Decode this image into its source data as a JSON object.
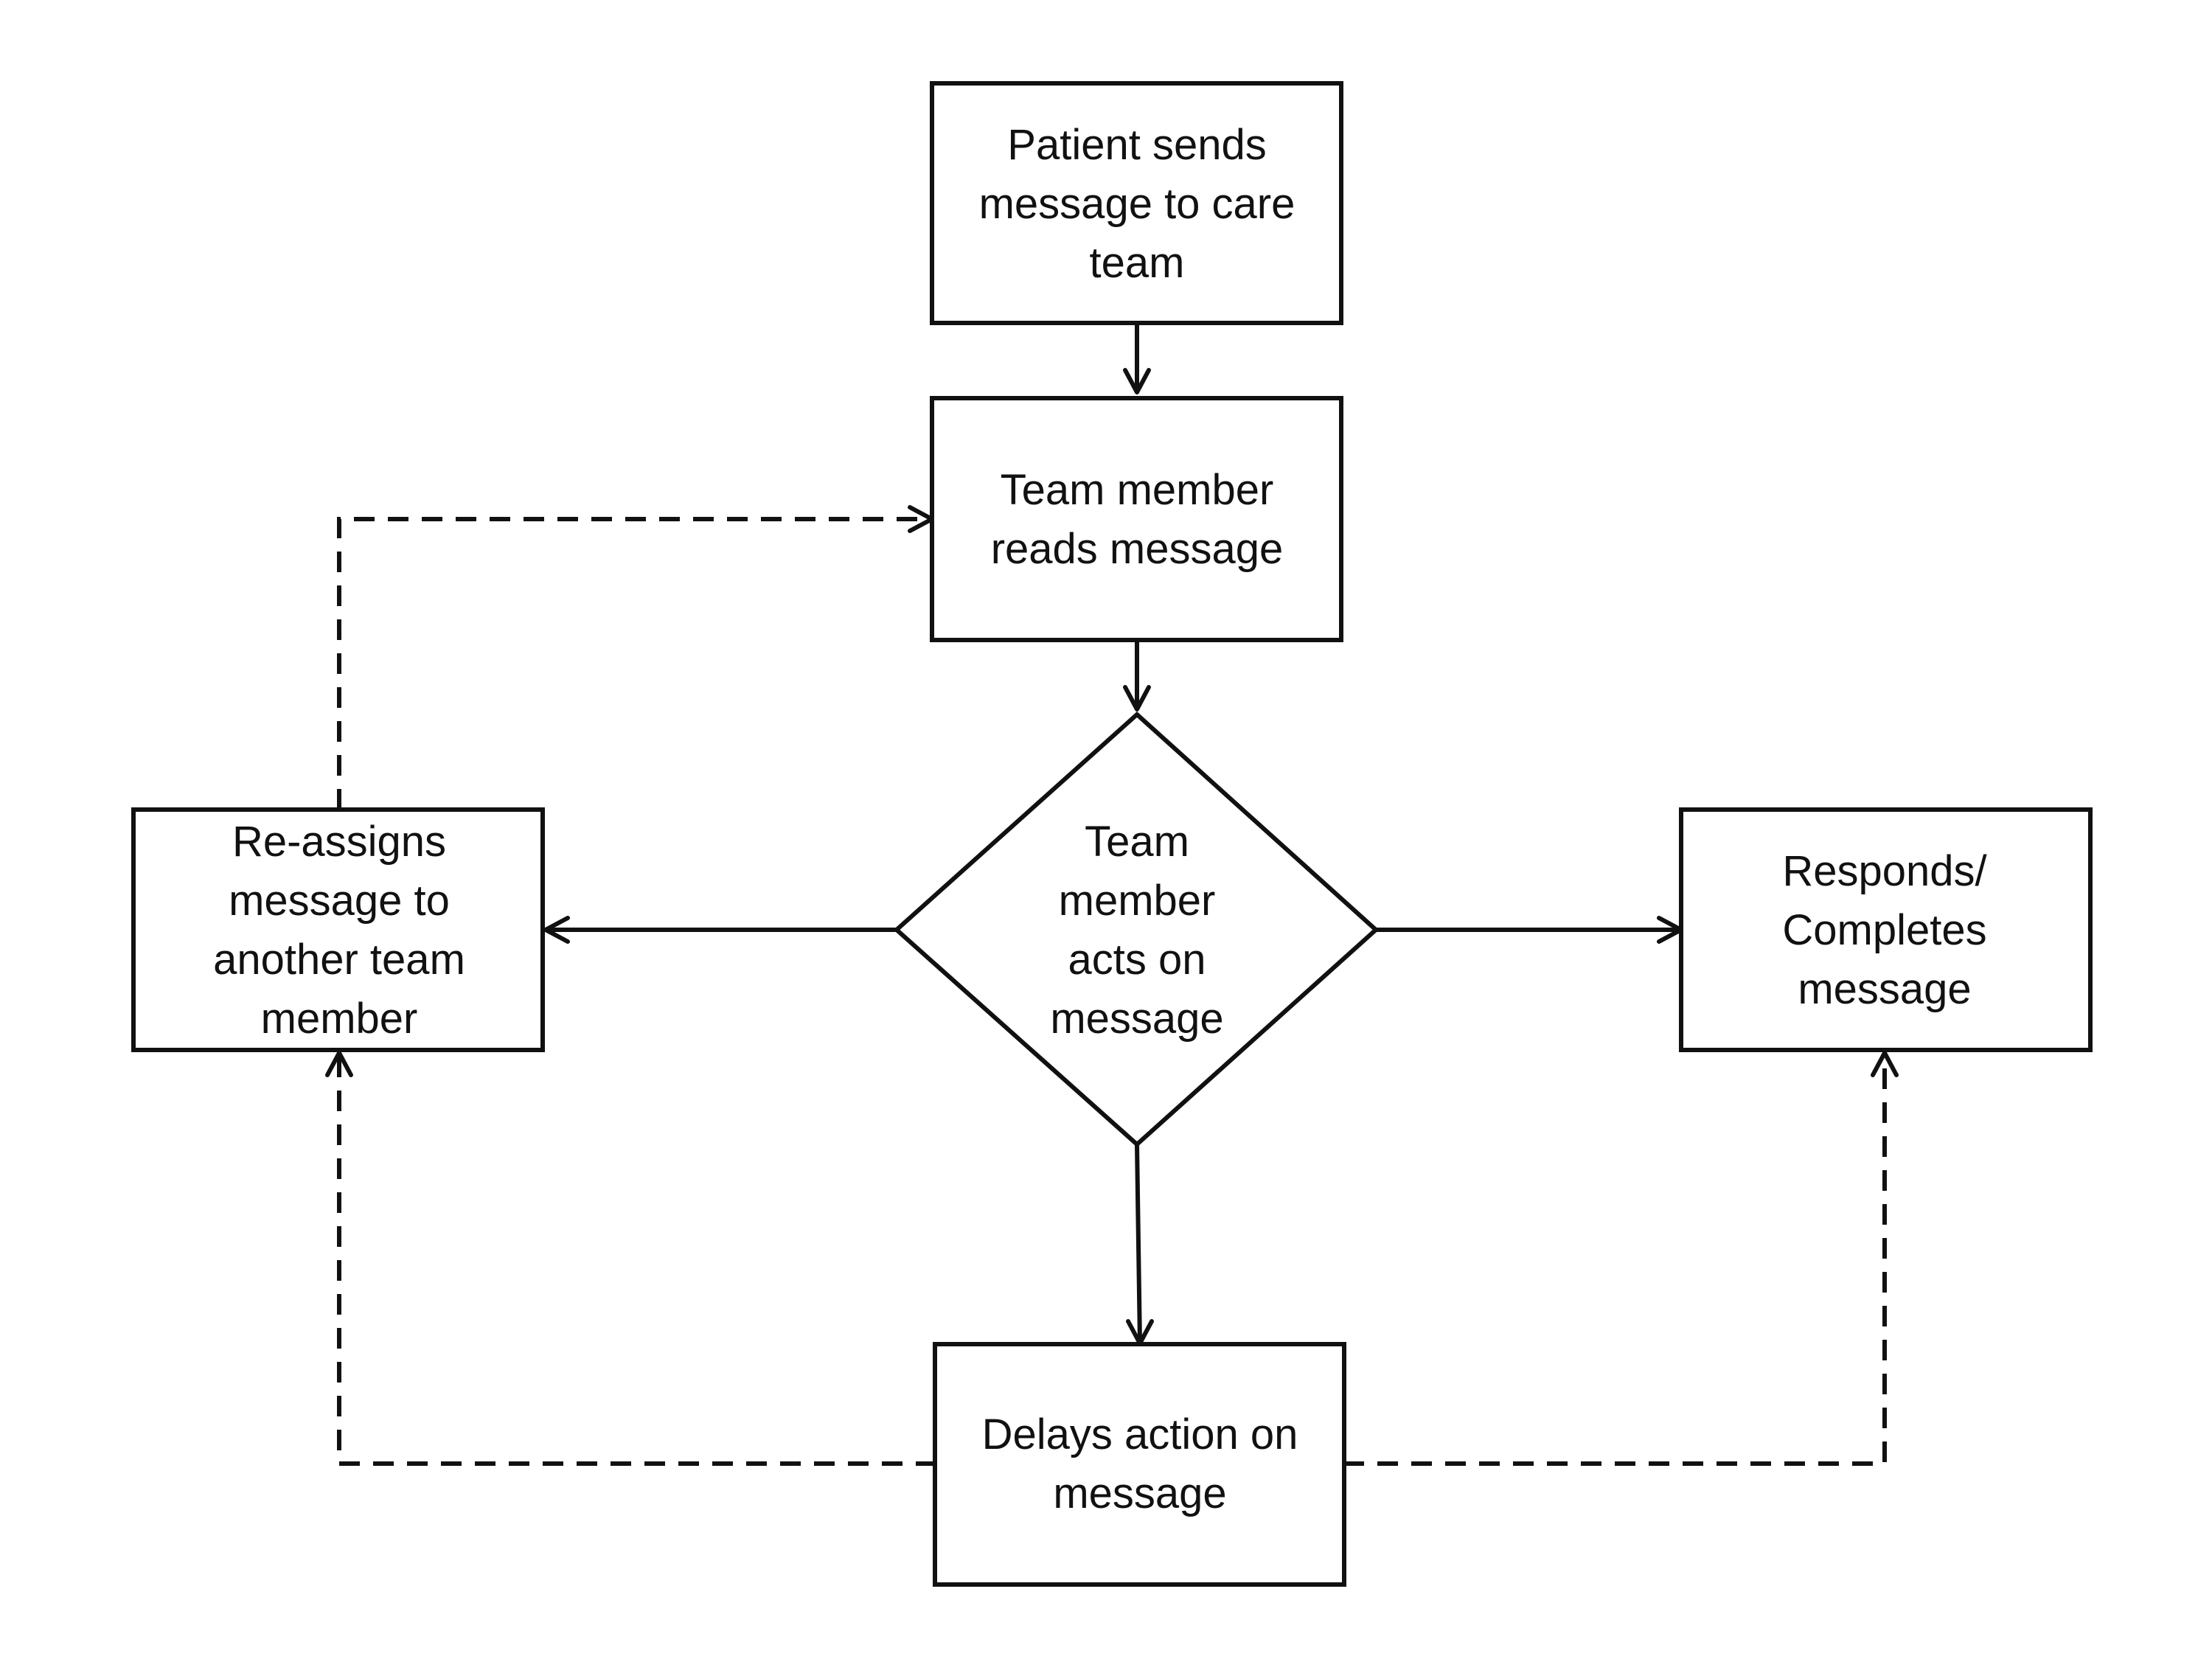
{
  "nodes": {
    "patient_sends": {
      "lines": [
        "Patient sends",
        "message to care",
        "team"
      ]
    },
    "team_reads": {
      "lines": [
        "Team member",
        "reads message"
      ]
    },
    "team_acts": {
      "lines": [
        "Team",
        "member",
        "acts on",
        "message"
      ]
    },
    "reassigns": {
      "lines": [
        "Re-assigns",
        "message to",
        "another team",
        "member"
      ]
    },
    "responds": {
      "lines": [
        "Responds/",
        "Completes",
        "message"
      ]
    },
    "delays": {
      "lines": [
        "Delays action on",
        "message"
      ]
    }
  }
}
